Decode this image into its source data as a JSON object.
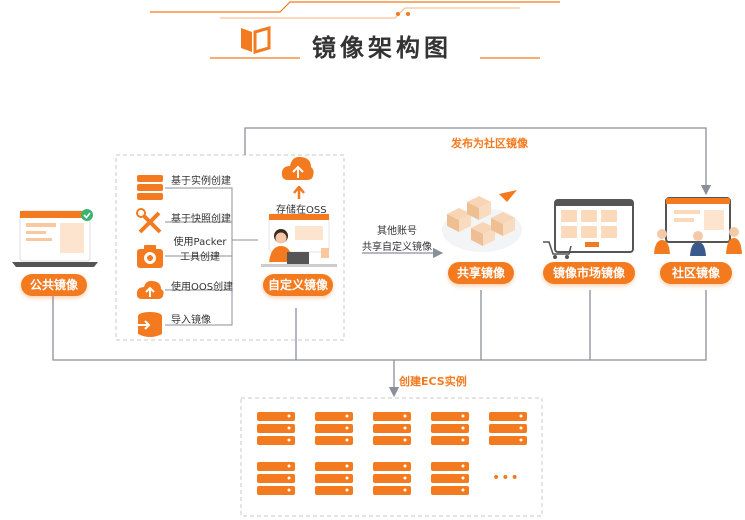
{
  "title": "镜像架构图",
  "colors": {
    "accent": "#f47a1f",
    "line": "#8a8f99",
    "dashed": "#c8c8c8",
    "server": "#f47a1f"
  },
  "public_image": {
    "label": "公共镜像"
  },
  "methods": [
    {
      "label": "基于实例创建",
      "icon": "server-icon"
    },
    {
      "label": "基于快照创建",
      "icon": "tools-icon"
    },
    {
      "label_line1": "使用Packer",
      "label_line2": "工具创建",
      "icon": "camera-icon"
    },
    {
      "label": "使用OOS创建",
      "icon": "cloud-upload-icon"
    },
    {
      "label": "导入镜像",
      "icon": "database-import-icon"
    }
  ],
  "custom_image": {
    "label": "自定义镜像",
    "storage_label": "存储在OSS"
  },
  "share_edge": {
    "line1": "其他账号",
    "line2": "共享自定义镜像"
  },
  "shared_image": {
    "label": "共享镜像"
  },
  "marketplace_image": {
    "label": "镜像市场镜像"
  },
  "community_image": {
    "label": "社区镜像"
  },
  "publish_label": "发布为社区镜像",
  "create_ecs_label": "创建ECS实例",
  "ellipsis": "•••"
}
